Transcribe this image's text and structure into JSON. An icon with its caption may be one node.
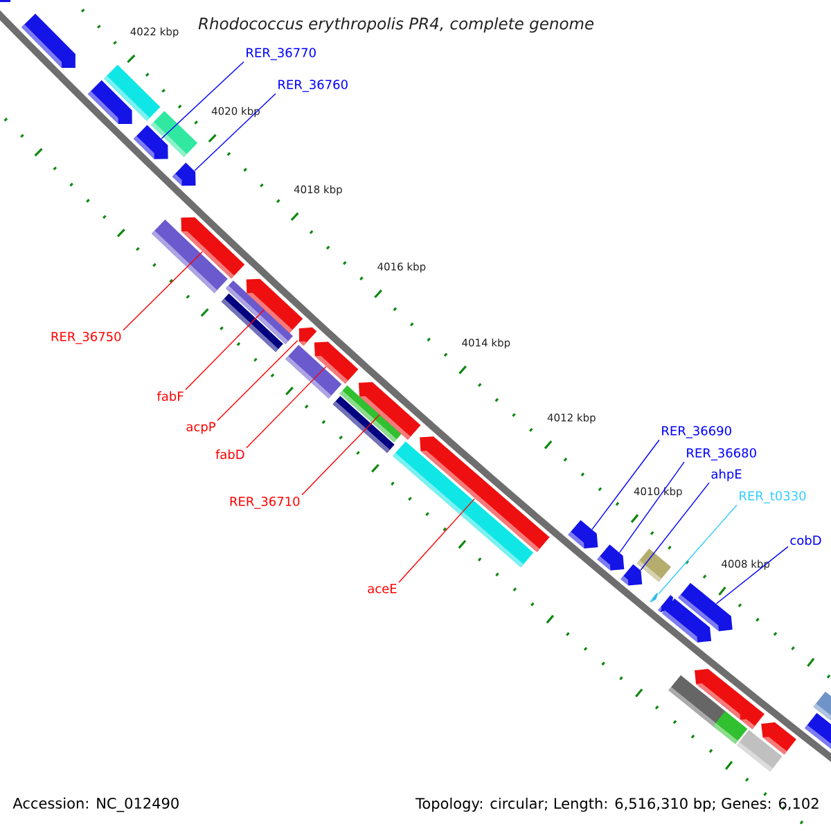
{
  "diagram": {
    "title": "Rhodococcus erythropolis PR4, complete genome",
    "nodes": [
      {
        "text": [
          "RER_36770"
        ]
      },
      {
        "text": [
          "RER_36760"
        ]
      },
      {
        "text": [
          "RER_36750"
        ]
      },
      {
        "text": [
          "fabF"
        ]
      },
      {
        "text": [
          "acpP"
        ]
      },
      {
        "text": [
          "fabD"
        ]
      },
      {
        "text": [
          "RER_36710"
        ]
      },
      {
        "text": [
          "aceE"
        ]
      },
      {
        "text": [
          "RER_36690"
        ]
      },
      {
        "text": [
          "RER_36680"
        ]
      },
      {
        "text": [
          "ahpE"
        ]
      },
      {
        "text": [
          "RER_t0330"
        ]
      },
      {
        "text": [
          "cobD"
        ]
      },
      {
        "text": [],
        "shape": "pentagon"
      },
      {
        "text": [],
        "shape": "pentagon"
      },
      {
        "text": [],
        "shape": "pentagon"
      },
      {
        "text": [],
        "shape": "bar"
      },
      {
        "text": [],
        "shape": "pentagon"
      },
      {
        "text": [],
        "shape": "bar"
      },
      {
        "text": [],
        "shape": "pentagon"
      },
      {
        "text": [],
        "shape": "bar"
      },
      {
        "text": [],
        "shape": "pentagon"
      },
      {
        "text": [],
        "shape": "bar"
      },
      {
        "text": [],
        "shape": "bar"
      },
      {
        "text": [],
        "shape": "pentagon"
      },
      {
        "text": [],
        "shape": "bar"
      },
      {
        "text": [],
        "shape": "pentagon"
      },
      {
        "text": [],
        "shape": "pentagon"
      },
      {
        "text": [],
        "shape": "bar"
      },
      {
        "text": [],
        "shape": "bar"
      },
      {
        "text": [],
        "shape": "pentagon"
      },
      {
        "text": [],
        "shape": "bar"
      },
      {
        "text": [],
        "shape": "pentagon"
      },
      {
        "text": [],
        "shape": "pentagon"
      },
      {
        "text": [],
        "shape": "pentagon"
      },
      {
        "text": [],
        "shape": "pentagon"
      },
      {
        "text": [],
        "shape": "bar"
      },
      {
        "text": [],
        "shape": "pentagon"
      },
      {
        "text": [],
        "shape": "pentagon"
      },
      {
        "text": [],
        "shape": "pentagon"
      },
      {
        "text": [],
        "shape": "pentagon"
      },
      {
        "text": [],
        "shape": "pentagon"
      },
      {
        "text": [],
        "shape": "bar"
      },
      {
        "text": [],
        "shape": "pentagon"
      },
      {
        "text": [],
        "shape": "bar"
      },
      {
        "text": [],
        "shape": "pentagon"
      },
      {
        "text": [],
        "shape": "bar"
      },
      {
        "text": [],
        "shape": "pentagon"
      },
      {
        "text": [],
        "shape": "bar"
      }
    ],
    "edges": [
      {
        "from": 0,
        "to": 17,
        "arrow": "none",
        "color": "#0000ff"
      },
      {
        "from": 1,
        "to": 19,
        "arrow": "none",
        "color": "#0000ff"
      },
      {
        "from": 2,
        "to": 21,
        "arrow": "none",
        "color": "#ff0000"
      },
      {
        "from": 3,
        "to": 24,
        "arrow": "none",
        "color": "#ff0000"
      },
      {
        "from": 4,
        "to": 26,
        "arrow": "none",
        "color": "#ff0000"
      },
      {
        "from": 5,
        "to": 27,
        "arrow": "none",
        "color": "#ff0000"
      },
      {
        "from": 6,
        "to": 30,
        "arrow": "none",
        "color": "#ff0000"
      },
      {
        "from": 7,
        "to": 32,
        "arrow": "none",
        "color": "#ff0000"
      },
      {
        "from": 8,
        "to": 33,
        "arrow": "none",
        "color": "#0000ff"
      },
      {
        "from": 9,
        "to": 34,
        "arrow": "none",
        "color": "#0000ff"
      },
      {
        "from": 10,
        "to": 35,
        "arrow": "none",
        "color": "#0000ff"
      },
      {
        "from": 11,
        "to": 37,
        "arrow": "none",
        "color": "#33ccff"
      },
      {
        "from": 12,
        "to": 40,
        "arrow": "none",
        "color": "#0000ff"
      }
    ],
    "labels": [
      "4022 kbp",
      "4020 kbp",
      "4018 kbp",
      "4016 kbp",
      "4014 kbp",
      "4012 kbp",
      "4010 kbp",
      "4008 kbp",
      "Accession: NC_012490",
      "Topology: circular; Length: 6,516,310 bp; Genes: 6,102"
    ]
  }
}
